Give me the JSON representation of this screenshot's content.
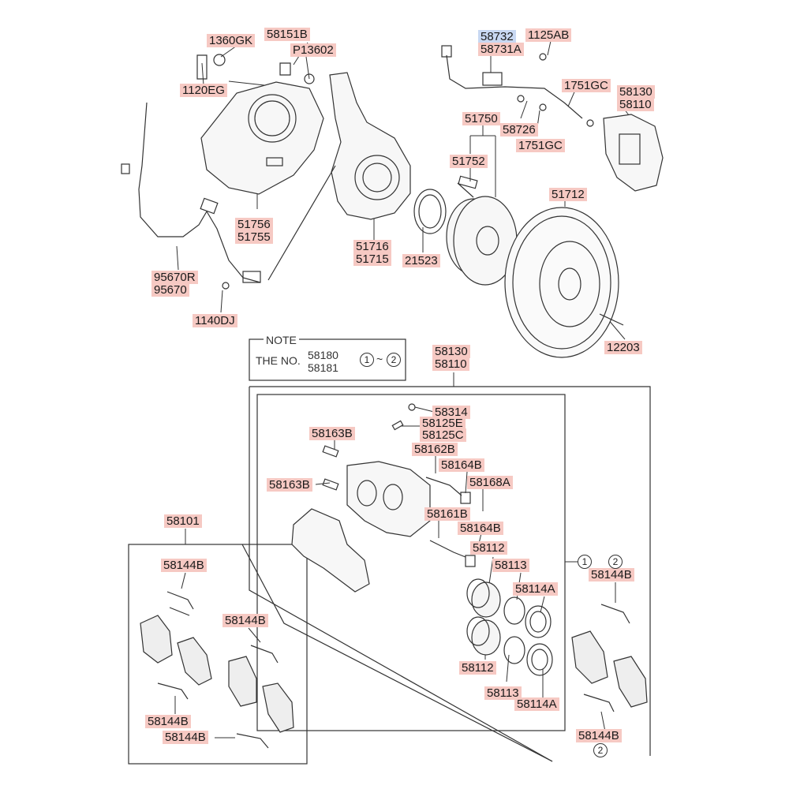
{
  "labels": {
    "l_1360GK": "1360GK",
    "l_58151B": "58151B",
    "l_P13602": "P13602",
    "l_1120EG": "1120EG",
    "l_58732": "58732",
    "l_58731A": "58731A",
    "l_1125AB": "1125AB",
    "l_1751GC_a": "1751GC",
    "l_58130_top": "58130",
    "l_58110_top": "58110",
    "l_51750": "51750",
    "l_58726": "58726",
    "l_1751GC_b": "1751GC",
    "l_51752": "51752",
    "l_51712": "51712",
    "l_51756": "51756",
    "l_51755": "51755",
    "l_51716": "51716",
    "l_51715": "51715",
    "l_21523": "21523",
    "l_95670R": "95670R",
    "l_95670": "95670",
    "l_1140DJ": "1140DJ",
    "l_12203": "12203",
    "l_58130_mid": "58130",
    "l_58110_mid": "58110",
    "l_58314": "58314",
    "l_58125E": "58125E",
    "l_58125C": "58125C",
    "l_58163B_a": "58163B",
    "l_58162B": "58162B",
    "l_58164B_a": "58164B",
    "l_58163B_b": "58163B",
    "l_58168A": "58168A",
    "l_58161B": "58161B",
    "l_58164B_b": "58164B",
    "l_58112_a": "58112",
    "l_58113_a": "58113",
    "l_58114A_a": "58114A",
    "l_58112_b": "58112",
    "l_58113_b": "58113",
    "l_58114A_b": "58114A",
    "l_58101": "58101",
    "l_58144B_1": "58144B",
    "l_58144B_2": "58144B",
    "l_58144B_3": "58144B",
    "l_58144B_4": "58144B",
    "l_58144B_5": "58144B",
    "l_58144B_6": "58144B"
  },
  "note": {
    "heading": "NOTE",
    "prefix": "THE NO.",
    "num1": "58180",
    "num2": "58181",
    "range_start": "1",
    "range_sep": "~",
    "range_end": "2"
  },
  "markers": {
    "m1": "1",
    "m2a": "2",
    "m2b": "2"
  },
  "colors": {
    "label_bg": "#f6c9c3",
    "selected_bg": "#c8d8f2",
    "line": "#333333"
  }
}
